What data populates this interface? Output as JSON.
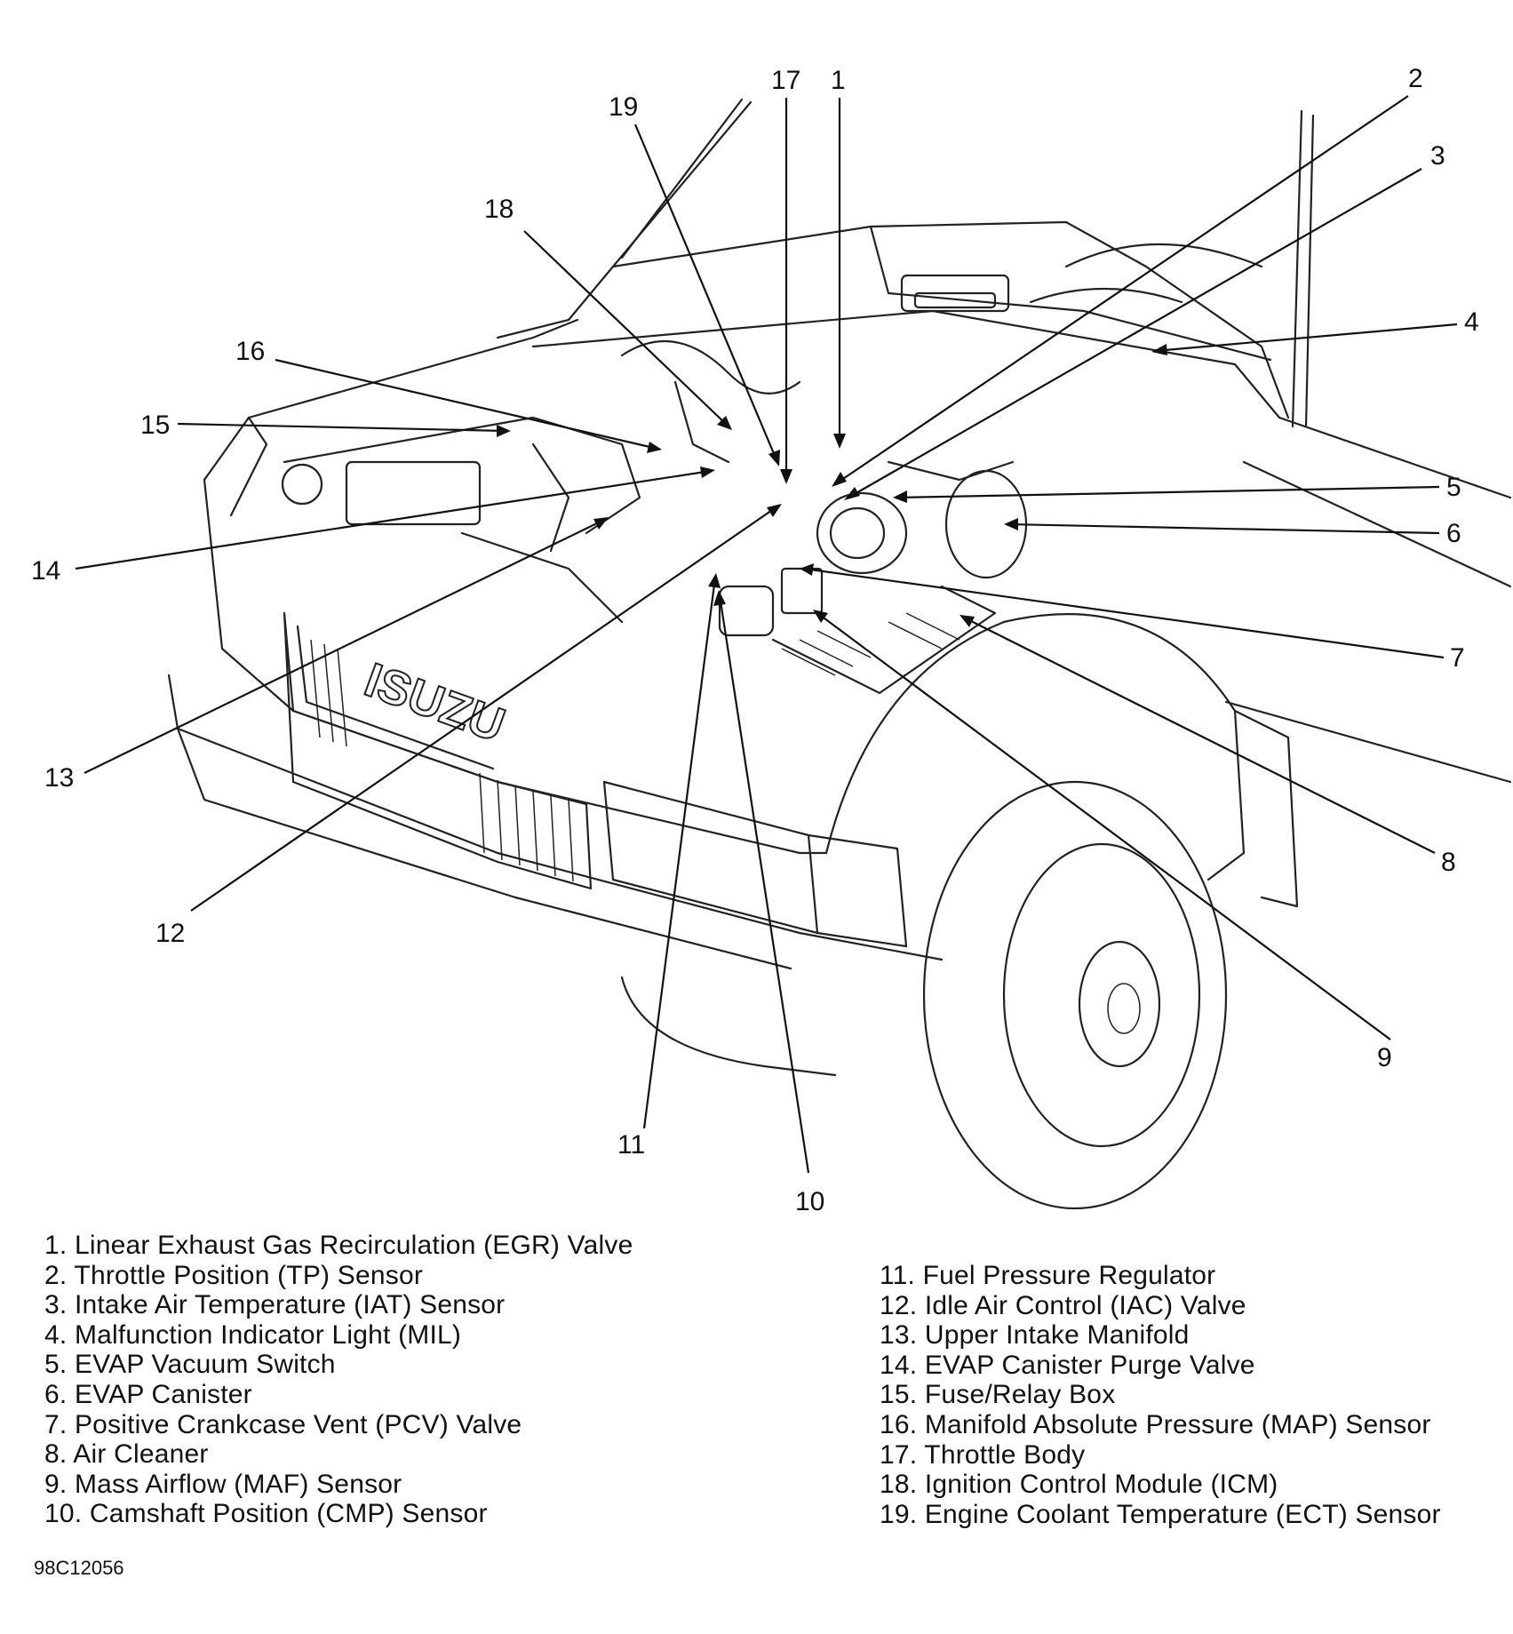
{
  "figure_code": "98C12056",
  "grille_logo_text": "ISUZU",
  "callouts": [
    {
      "number": "1"
    },
    {
      "number": "2"
    },
    {
      "number": "3"
    },
    {
      "number": "4"
    },
    {
      "number": "5"
    },
    {
      "number": "6"
    },
    {
      "number": "7"
    },
    {
      "number": "8"
    },
    {
      "number": "9"
    },
    {
      "number": "10"
    },
    {
      "number": "11"
    },
    {
      "number": "12"
    },
    {
      "number": "13"
    },
    {
      "number": "14"
    },
    {
      "number": "15"
    },
    {
      "number": "16"
    },
    {
      "number": "17"
    },
    {
      "number": "18"
    },
    {
      "number": "19"
    }
  ],
  "legend_left": [
    "1. Linear Exhaust Gas Recirculation (EGR) Valve",
    "2. Throttle Position (TP) Sensor",
    "3. Intake Air Temperature (IAT) Sensor",
    "4. Malfunction Indicator Light (MIL)",
    "5. EVAP Vacuum Switch",
    "6. EVAP Canister",
    "7. Positive Crankcase Vent (PCV) Valve",
    "8. Air Cleaner",
    "9. Mass Airflow (MAF) Sensor",
    "10. Camshaft Position (CMP) Sensor"
  ],
  "legend_right": [
    "11. Fuel Pressure Regulator",
    "12. Idle Air Control (IAC) Valve",
    "13. Upper Intake Manifold",
    "14. EVAP Canister Purge Valve",
    "15. Fuse/Relay Box",
    "16. Manifold Absolute Pressure (MAP) Sensor",
    "17. Throttle Body",
    "18. Ignition Control Module (ICM)",
    "19. Engine Coolant Temperature (ECT) Sensor"
  ]
}
